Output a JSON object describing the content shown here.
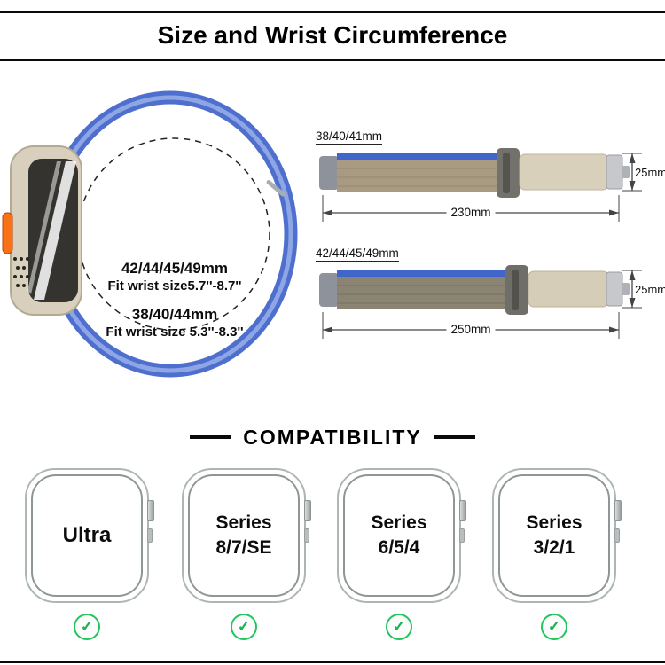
{
  "header": {
    "title": "Size and Wrist Circumference"
  },
  "size_info": {
    "large_sizes": "42/44/45/49mm",
    "large_fit": "Fit wrist size5.7''-8.7''",
    "small_sizes": "38/40/44mm",
    "small_fit": "Fit wrist size 5.3''-8.3''"
  },
  "bands": [
    {
      "label": "38/40/41mm",
      "length": "230mm",
      "width": "25mm"
    },
    {
      "label": "42/44/45/49mm",
      "length": "250mm",
      "width": "25mm"
    }
  ],
  "compatibility": {
    "heading": "COMPATIBILITY",
    "models": [
      {
        "line1": "Ultra",
        "line2": "",
        "supported": true
      },
      {
        "line1": "Series",
        "line2": "8/7/SE",
        "supported": true
      },
      {
        "line1": "Series",
        "line2": "6/5/4",
        "supported": true
      },
      {
        "line1": "Series",
        "line2": "3/2/1",
        "supported": true
      }
    ]
  },
  "icons": {
    "check": "✓"
  },
  "colors": {
    "band_blue": "#4a6fd0",
    "band_tan": "#a99b82",
    "band_gray": "#8b8473",
    "accent_orange": "#f97316",
    "check_green": "#22c55e",
    "titanium": "#d8d0bc"
  }
}
